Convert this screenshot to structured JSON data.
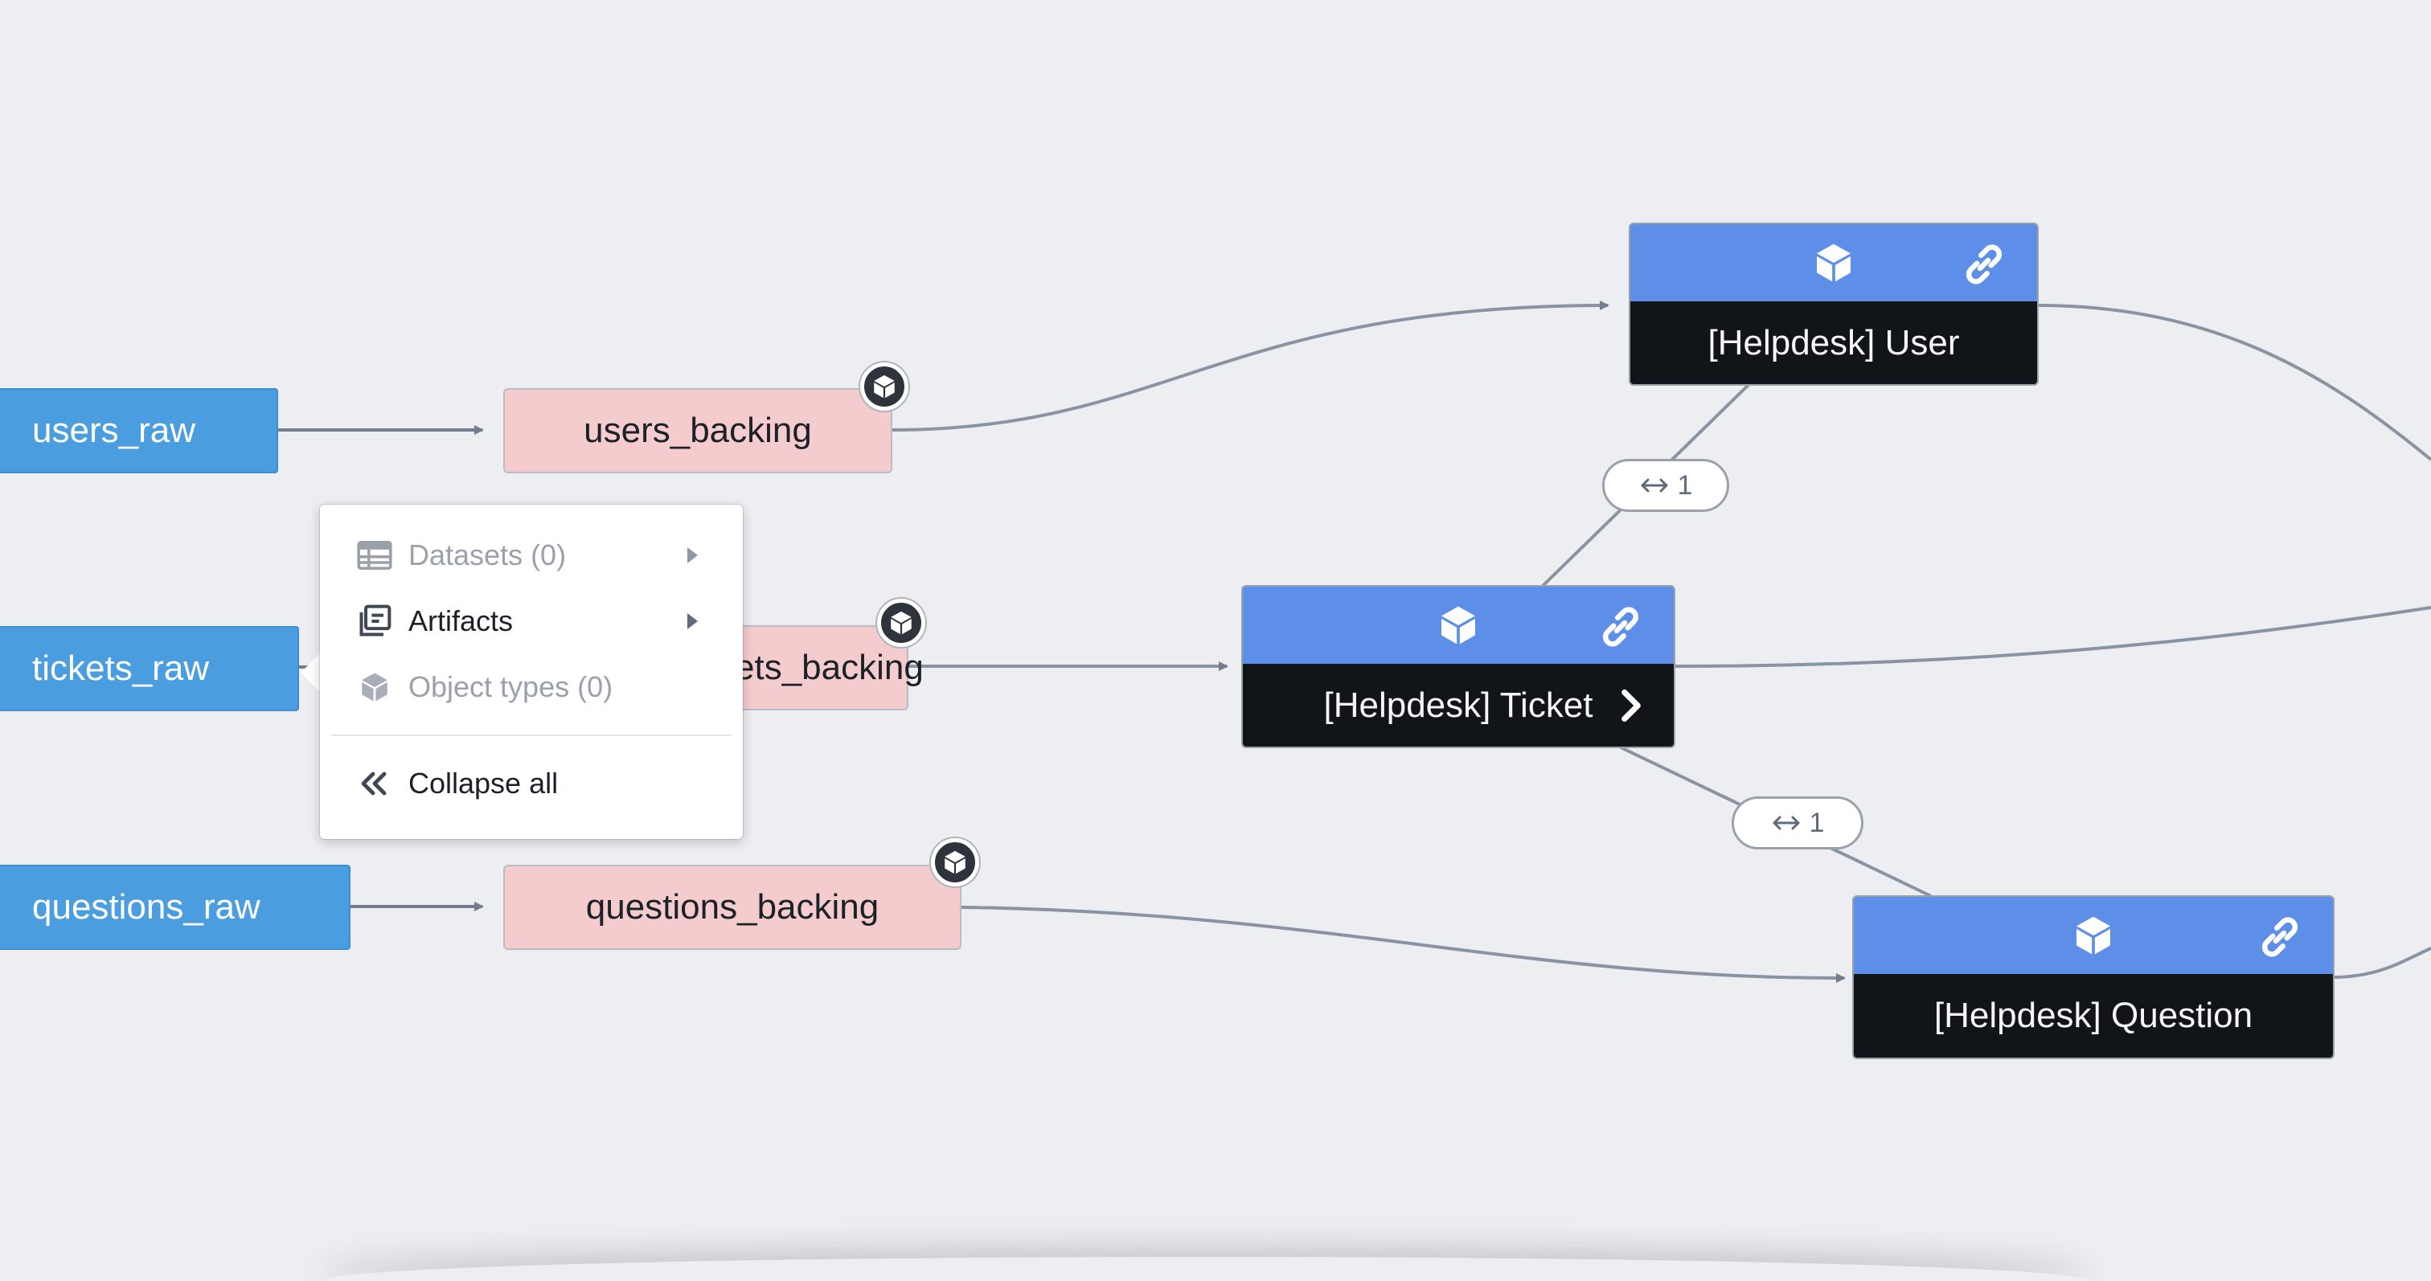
{
  "raw_datasets": {
    "users": "users_raw",
    "tickets": "tickets_raw",
    "questions": "questions_raw"
  },
  "backing_datasets": {
    "users": "users_backing",
    "tickets": "tickets_backing",
    "questions": "questions_backing"
  },
  "object_types": {
    "user": "[Helpdesk] User",
    "ticket": "[Helpdesk] Ticket",
    "question": "[Helpdesk] Question"
  },
  "links": {
    "user_ticket": "1",
    "ticket_question": "1"
  },
  "context_menu": {
    "datasets": "Datasets (0)",
    "artifacts": "Artifacts",
    "object_types": "Object types (0)",
    "collapse_all": "Collapse all"
  },
  "colors": {
    "canvas": "#edeef2",
    "raw_node": "#4a9ddf",
    "backing_node": "#f5cccd",
    "object_header": "#5e8fe8",
    "object_body": "#111418",
    "edge": "#8a93a0"
  },
  "icons": {
    "badge": "cube-icon",
    "object": "cube-icon",
    "link": "link-icon",
    "expand": "chevron-right-icon",
    "relation": "arrows-horizontal-icon",
    "datasets": "table-icon",
    "artifacts": "artifacts-icon",
    "collapse": "double-chevron-left-icon"
  }
}
